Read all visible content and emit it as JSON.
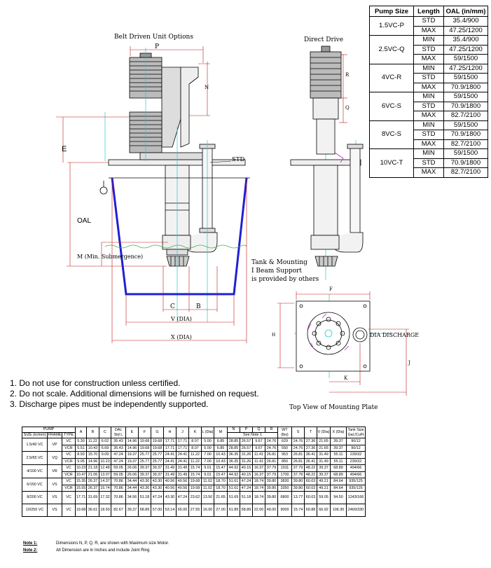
{
  "labels": {
    "belt_driven": "Belt Driven Unit Options",
    "direct_drive": "Direct Drive",
    "std": "STD",
    "oal": "OAL",
    "e": "E",
    "p": "P",
    "n": "N",
    "r": "R",
    "q": "Q",
    "m_min_sub": "M (Min. Submergence)",
    "c": "C",
    "b": "B",
    "v_dia": "V (DIA)",
    "x_dia": "X (DIA)",
    "tank_support_1": "Tank & Mounting",
    "tank_support_2": "I Beam Support",
    "tank_support_3": "is provided by others",
    "f": "F",
    "h": "H",
    "dia_discharge": "DIA DISCHARGE",
    "k": "K",
    "j": "J",
    "top_view": "Top View of Mounting Plate"
  },
  "size_table": {
    "headers": [
      "Pump Size",
      "Length",
      "OAL (in/mm)"
    ],
    "groups": [
      {
        "pump": "1.5VC-P",
        "rows": [
          [
            "STD",
            "35.4/900"
          ],
          [
            "MAX",
            "47.25/1200"
          ]
        ]
      },
      {
        "pump": "2.5VC-Q",
        "rows": [
          [
            "MIN",
            "35.4/900"
          ],
          [
            "STD",
            "47.25/1200"
          ],
          [
            "MAX",
            "59/1500"
          ]
        ]
      },
      {
        "pump": "4VC-R",
        "rows": [
          [
            "MIN",
            "47.25/1200"
          ],
          [
            "STD",
            "59/1500"
          ],
          [
            "MAX",
            "70.9/1800"
          ]
        ]
      },
      {
        "pump": "6VC-S",
        "rows": [
          [
            "MIN",
            "59/1500"
          ],
          [
            "STD",
            "70.9/1800"
          ],
          [
            "MAX",
            "82.7/2100"
          ]
        ]
      },
      {
        "pump": "8VC-S",
        "rows": [
          [
            "MIN",
            "59/1500"
          ],
          [
            "STD",
            "70.9/1800"
          ],
          [
            "MAX",
            "82.7/2100"
          ]
        ]
      },
      {
        "pump": "10VC-T",
        "rows": [
          [
            "MIN",
            "59/1500"
          ],
          [
            "STD",
            "70.9/1800"
          ],
          [
            "MAX",
            "82.7/2100"
          ]
        ]
      }
    ]
  },
  "notes": [
    "1. Do not use for construction unless certified.",
    "2. Do not scale. Additional dimensions will be  furnished on request.",
    "3. Discharge pipes must be independently  supported."
  ],
  "dim_table": {
    "pump_header": "PUMP",
    "sub_headers": [
      "SIZE (in/mm)",
      "FRAME",
      "TYPE"
    ],
    "columns": [
      "A",
      "B",
      "C",
      "OAL\nStd L",
      "E",
      "F",
      "G",
      "H",
      "J",
      "K",
      "L (Dia)",
      "M",
      "N",
      "P",
      "Q",
      "R",
      "WT\n(lbs)",
      "S",
      "T",
      "V (Dia)",
      "X (Dia)",
      "Tank Size\nGal./CuFt"
    ],
    "see_note": "See Note 1",
    "groups": [
      {
        "size": "1.5/40 VC",
        "frame": "VP",
        "rows": [
          [
            "VC",
            "5.30",
            "11.22",
            "6.02",
            "35.43",
            "14.96",
            "19.68",
            "19.68",
            "17.71",
            "17.71",
            "8.07",
            "5.00",
            "6.85",
            "28.85",
            "26.57",
            "9.67",
            "24.76",
            "629",
            "24.76",
            "27.36",
            "21.65",
            "39.37",
            "90/12"
          ],
          [
            "VCR",
            "5.51",
            "10.43",
            "6.69",
            "35.43",
            "14.96",
            "19.68",
            "19.68",
            "17.71",
            "17.71",
            "8.07",
            "5.00",
            "6.85",
            "28.85",
            "26.57",
            "9.67",
            "24.76",
            "550",
            "24.76",
            "27.36",
            "21.65",
            "39.37",
            "90/12"
          ]
        ]
      },
      {
        "size": "2.5/65 VC",
        "frame": "VQ",
        "rows": [
          [
            "VC",
            "8.93",
            "15.70",
            "9.09",
            "47.24",
            "19.37",
            "25.77",
            "25.77",
            "24.41",
            "24.41",
            "11.22",
            "7.00",
            "10.43",
            "36.35",
            "31.26",
            "11.41",
            "26.81",
            "953",
            "26.81",
            "36.41",
            "31.49",
            "55.11",
            "239/32"
          ],
          [
            "VCR",
            "9.05",
            "14.96",
            "10.23",
            "47.24",
            "19.37",
            "25.77",
            "25.77",
            "24.41",
            "24.41",
            "11.22",
            "7.00",
            "10.43",
            "36.35",
            "31.26",
            "11.41",
            "26.81",
            "850",
            "26.81",
            "36.41",
            "31.49",
            "55.11",
            "239/32"
          ]
        ]
      },
      {
        "size": "4/100 VC",
        "frame": "VR",
        "rows": [
          [
            "VC",
            "10.23",
            "21.18",
            "12.48",
            "59.05",
            "26.06",
            "39.37",
            "39.37",
            "31.49",
            "31.49",
            "15.74",
            "9.01",
            "15.47",
            "44.92",
            "40.15",
            "16.37",
            "37.79",
            "1911",
            "37.79",
            "48.22",
            "39.37",
            "68.89",
            "494/66"
          ],
          [
            "VCR",
            "10.47",
            "21.06",
            "13.07",
            "59.05",
            "26.06",
            "39.37",
            "39.37",
            "31.49",
            "31.49",
            "15.74",
            "9.01",
            "15.47",
            "44.92",
            "40.15",
            "16.37",
            "37.79",
            "1700",
            "37.79",
            "48.22",
            "39.37",
            "68.89",
            "494/66"
          ]
        ]
      },
      {
        "size": "6/150 VC",
        "frame": "VS",
        "rows": [
          [
            "VC",
            "15.35",
            "26.37",
            "14.37",
            "70.86",
            "34.44",
            "43.30",
            "43.30",
            "40.56",
            "40.56",
            "19.68",
            "11.02",
            "18.70",
            "51.61",
            "47.24",
            "18.74",
            "39.80",
            "3830",
            "39.80",
            "60.03",
            "49.21",
            "84.64",
            "935/125"
          ],
          [
            "VCR",
            "15.55",
            "26.37",
            "15.74",
            "70.86",
            "34.44",
            "43.30",
            "43.30",
            "40.56",
            "40.56",
            "19.68",
            "11.02",
            "18.70",
            "51.61",
            "47.24",
            "18.74",
            "39.80",
            "3350",
            "39.80",
            "60.03",
            "49.21",
            "84.64",
            "935/125"
          ]
        ]
      },
      {
        "size": "8/200 VC",
        "frame": "VS",
        "rows": [
          [
            "VC",
            "17.71",
            "31.69",
            "17.32",
            "70.86",
            "34.56",
            "51.18",
            "47.24",
            "43.30",
            "47.24",
            "23.62",
            "13.50",
            "21.65",
            "51.69",
            "51.18",
            "18.74",
            "39.80",
            "6800",
            "13.77",
            "60.03",
            "59.05",
            "94.50",
            "1243/166"
          ]
        ]
      },
      {
        "size": "10/250 VC",
        "frame": "VS",
        "rows": [
          [
            "VC",
            "19.68",
            "36.61",
            "18.50",
            "82.67",
            "39.37",
            "68.89",
            "57.00",
            "53.14",
            "65.00",
            "27.55",
            "16.00",
            "27.00",
            "61.89",
            "68.89",
            "22.00",
            "49.00",
            "9000",
            "15.74",
            "69.88",
            "66.92",
            "106.30",
            "2469/330"
          ]
        ]
      }
    ]
  },
  "footnotes": {
    "note1_label": "Note 1:",
    "note1_text": "Dimensions N, P, Q, R, are shown with Maximum size Motor.",
    "note2_label": "Note 2:",
    "note2_text": "All Dimension are in Inches and include Joint Ring"
  },
  "colors": {
    "tank_blue": "#1f1fd6",
    "centerline_cyan": "#28c8c8",
    "liquid_green": "#3dbb3d",
    "accent_magenta": "#c020c0",
    "dim_red": "#c01818"
  }
}
